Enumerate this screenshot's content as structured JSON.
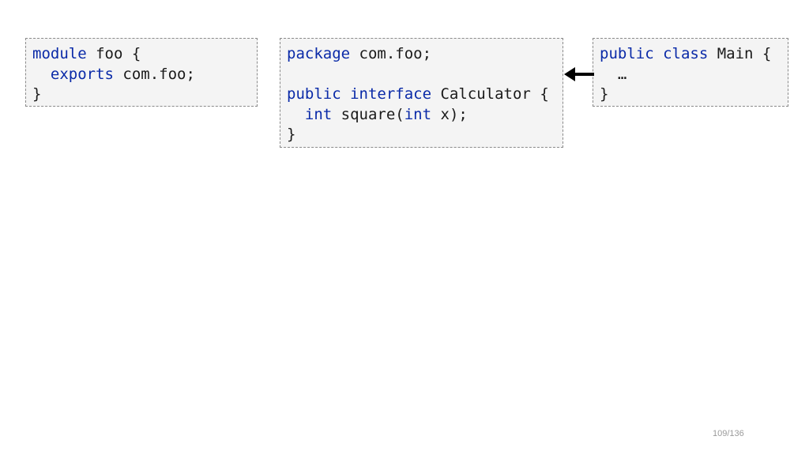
{
  "module_box": {
    "lines": [
      [
        {
          "t": "module",
          "kw": true
        },
        {
          "t": " foo {",
          "kw": false
        }
      ],
      [
        {
          "t": "  ",
          "kw": false
        },
        {
          "t": "exports",
          "kw": true
        },
        {
          "t": " com.foo;",
          "kw": false
        }
      ],
      [
        {
          "t": "}",
          "kw": false
        }
      ]
    ]
  },
  "calculator_box": {
    "lines": [
      [
        {
          "t": "package",
          "kw": true
        },
        {
          "t": " com.foo;",
          "kw": false
        }
      ],
      [
        {
          "t": " ",
          "kw": false
        }
      ],
      [
        {
          "t": "public",
          "kw": true
        },
        {
          "t": " ",
          "kw": false
        },
        {
          "t": "interface",
          "kw": true
        },
        {
          "t": " Calculator {",
          "kw": false
        }
      ],
      [
        {
          "t": "  ",
          "kw": false
        },
        {
          "t": "int",
          "kw": true
        },
        {
          "t": " square(",
          "kw": false
        },
        {
          "t": "int",
          "kw": true
        },
        {
          "t": " x);",
          "kw": false
        }
      ],
      [
        {
          "t": "}",
          "kw": false
        }
      ]
    ]
  },
  "main_box": {
    "lines": [
      [
        {
          "t": "public",
          "kw": true
        },
        {
          "t": " ",
          "kw": false
        },
        {
          "t": "class",
          "kw": true
        },
        {
          "t": " Main {",
          "kw": false
        }
      ],
      [
        {
          "t": "  …",
          "kw": false
        }
      ],
      [
        {
          "t": "}",
          "kw": false
        }
      ]
    ]
  },
  "colors": {
    "keyword": "#0a2aa8",
    "text": "#1a1a1a",
    "box_background": "#f4f4f4",
    "box_border": "#8a8a8a",
    "arrow": "#000000"
  },
  "arrow": {
    "from": "main_box",
    "to": "calculator_box",
    "meaning": "uses"
  },
  "footer": {
    "page_number": "109/136"
  }
}
